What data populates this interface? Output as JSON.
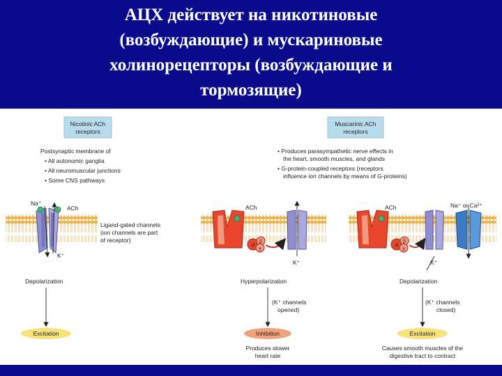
{
  "title_lines": [
    "АЦХ действует на никотиновые",
    "(возбуждающие) и мускариновые",
    "холинорецепторы (возбуждающие и",
    "тормозящие)"
  ],
  "colors": {
    "banner": "#0a0a8c",
    "title_text": "#ffffff",
    "header_box": "#b9dcec",
    "excitation_oval": "#f6e27a",
    "inhibition_oval": "#f2a27a",
    "ion_channel": "#8e8ed0",
    "receptor": "#e8452c",
    "ca_channel": "#3a7cc4",
    "ach_dot": "#3cb878"
  },
  "nicotinic": {
    "header": [
      "Nicotinic ACh",
      "receptors"
    ],
    "intro": "Postsynaptic membrane of",
    "bullets": [
      "All autonomic ganglia",
      "All neuromuscular junctions",
      "Some CNS pathways"
    ],
    "ion_top": "Na⁺",
    "ion_bottom": "K⁺",
    "ach": "ACh",
    "side_note": [
      "Ligand-gated channels",
      "(ion channels are part",
      "of receptor)"
    ],
    "effect": "Depolarization",
    "result": "Excitation"
  },
  "muscarinic": {
    "header": [
      "Muscarinic ACh",
      "receptors"
    ],
    "bullets": [
      [
        "Produces parasympathetic nerve effects in",
        "the heart, smooth muscles, and glands"
      ],
      [
        "G-protein-coupled receptors (receptors",
        "influence ion channels by means of G-proteins)"
      ]
    ],
    "left": {
      "ach": "ACh",
      "ion": "K⁺",
      "subunits": [
        "α",
        "β",
        "γ"
      ],
      "effect": "Hyperpolarization",
      "note": [
        "(K⁺ channels",
        "opened)"
      ],
      "result": "Inhibition",
      "outcome": [
        "Produces slower",
        "heart rate"
      ]
    },
    "right": {
      "ach": "ACh",
      "ion": "K⁺",
      "ion_top": "Na⁺ or Ca²⁺",
      "subunits": [
        "α",
        "β",
        "γ"
      ],
      "effect": "Depolarization",
      "note": [
        "(K⁺ channels",
        "closed)"
      ],
      "result": "Excitation",
      "outcome": [
        "Causes smooth muscles of the",
        "digestive tract to contract"
      ]
    }
  }
}
